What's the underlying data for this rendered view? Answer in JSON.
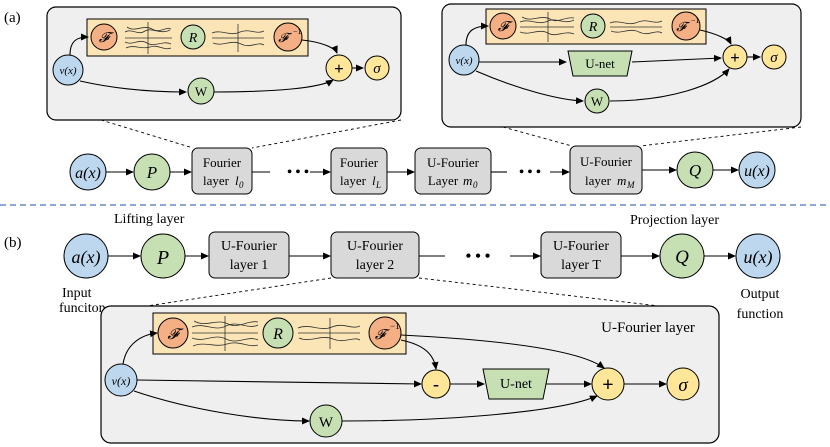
{
  "colors": {
    "blue": "#bdd7ee",
    "green": "#c6e0b4",
    "orange": "#f4b084",
    "yellow": "#ffe699",
    "gray": "#d9d9d9",
    "panel": "#efefef",
    "tan": "#fbe5b6",
    "separator": "#4472c4"
  },
  "labels": {
    "a": "(a)",
    "b": "(b)",
    "ax": "a(x)",
    "ux": "u(x)",
    "vx": "v(x)",
    "P": "P",
    "Q": "Q",
    "R": "R",
    "W": "W",
    "F": "𝓕",
    "Finv": "𝓕",
    "inv_sup": "−1",
    "plus": "+",
    "minus": "-",
    "sigma": "σ",
    "unet": "U-net",
    "dots": "• • •",
    "fourier": "Fourier",
    "layer": "layer",
    "ufourier": "U-Fourier",
    "Layer": "Layer",
    "l0_base": "l",
    "l0_sub": "0",
    "lL_base": "l",
    "lL_sub": "L",
    "m0_base": "m",
    "m0_sub": "0",
    "mM_base": "m",
    "mM_sub": "M",
    "lifting_layer": "Lifting layer",
    "projection_layer": "Projection layer",
    "ufl1_title": "U-Fourier",
    "ufl1_sub": "layer 1",
    "ufl2_title": "U-Fourier",
    "ufl2_sub": "layer 2",
    "uflT_title": "U-Fourier",
    "uflT_sub": "layer T",
    "input_l1": "Input",
    "input_l2": "funciton",
    "output_l1": "Output",
    "output_l2": "function",
    "ufourier_layer": "U-Fourier layer"
  }
}
